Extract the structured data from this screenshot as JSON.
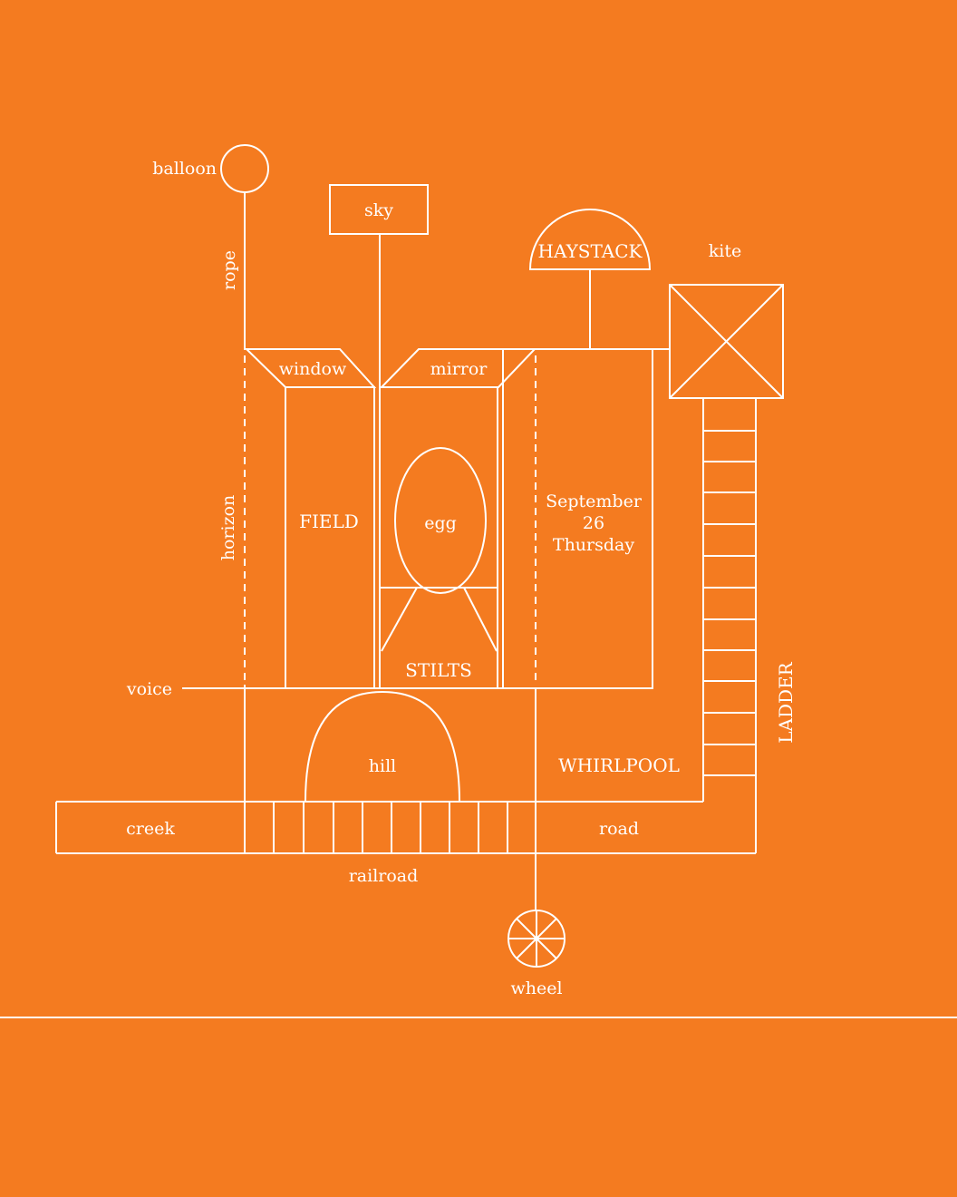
{
  "diagram": {
    "background_color": "#f47b20",
    "line_color": "#ffffff",
    "labels": {
      "balloon": "balloon",
      "rope": "rope",
      "sky": "sky",
      "haystack": "HAYSTACK",
      "kite": "kite",
      "window": "window",
      "mirror": "mirror",
      "horizon": "horizon",
      "field": "FIELD",
      "egg": "egg",
      "date_month": "September",
      "date_day": "26",
      "date_weekday": "Thursday",
      "stilts": "STILTS",
      "voice": "voice",
      "ladder": "LADDER",
      "hill": "hill",
      "whirlpool": "WHIRLPOOL",
      "creek": "creek",
      "road": "road",
      "railroad": "railroad",
      "wheel": "wheel"
    }
  }
}
